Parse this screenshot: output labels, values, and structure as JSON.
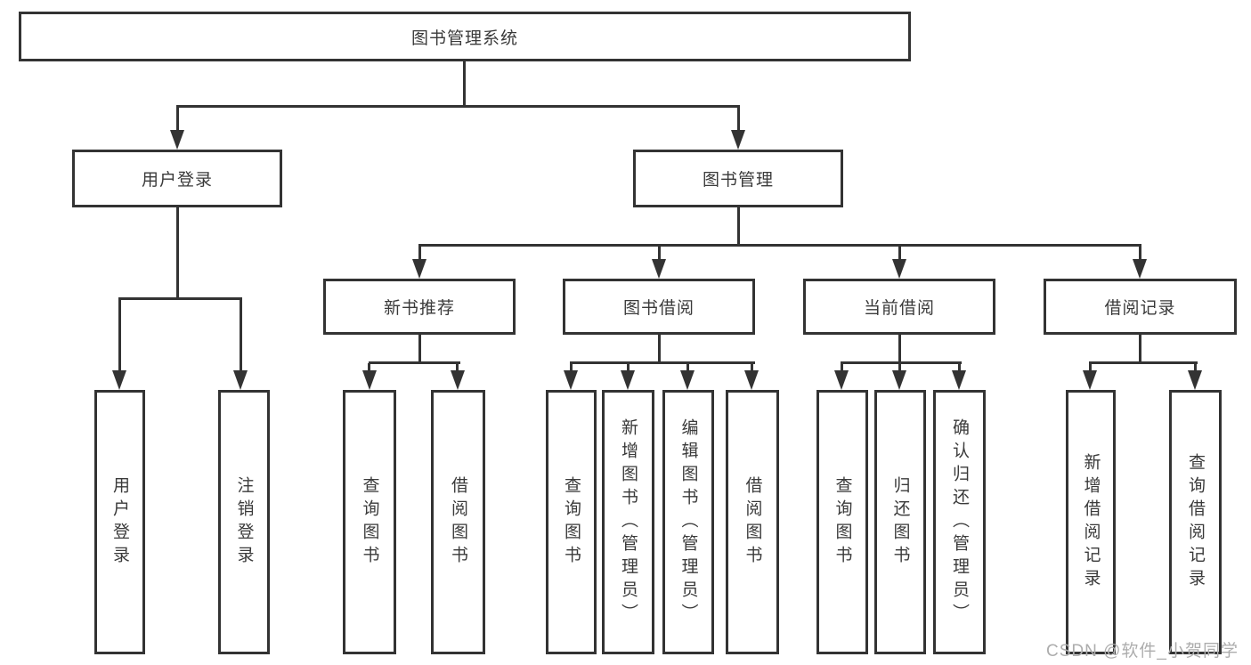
{
  "tree": {
    "root": {
      "label": "图书管理系统",
      "children": [
        {
          "label": "用户登录",
          "children": [
            {
              "label": "用户登录"
            },
            {
              "label": "注销登录"
            }
          ]
        },
        {
          "label": "图书管理",
          "children": [
            {
              "label": "新书推荐",
              "children": [
                {
                  "label": "查询图书"
                },
                {
                  "label": "借阅图书"
                }
              ]
            },
            {
              "label": "图书借阅",
              "children": [
                {
                  "label": "查询图书"
                },
                {
                  "label": "新增图书（管理员）"
                },
                {
                  "label": "编辑图书（管理员）"
                },
                {
                  "label": "借阅图书"
                }
              ]
            },
            {
              "label": "当前借阅",
              "children": [
                {
                  "label": "查询图书"
                },
                {
                  "label": "归还图书"
                },
                {
                  "label": "确认归还（管理员）"
                }
              ]
            },
            {
              "label": "借阅记录",
              "children": [
                {
                  "label": "新增借阅记录"
                },
                {
                  "label": "查询借阅记录"
                }
              ]
            }
          ]
        }
      ]
    }
  },
  "watermark": {
    "text": "CSDN @软件_小贺同学"
  },
  "colors": {
    "line": "#333333",
    "text": "#3a3a3a",
    "background": "#ffffff",
    "watermark": "#adadad"
  }
}
